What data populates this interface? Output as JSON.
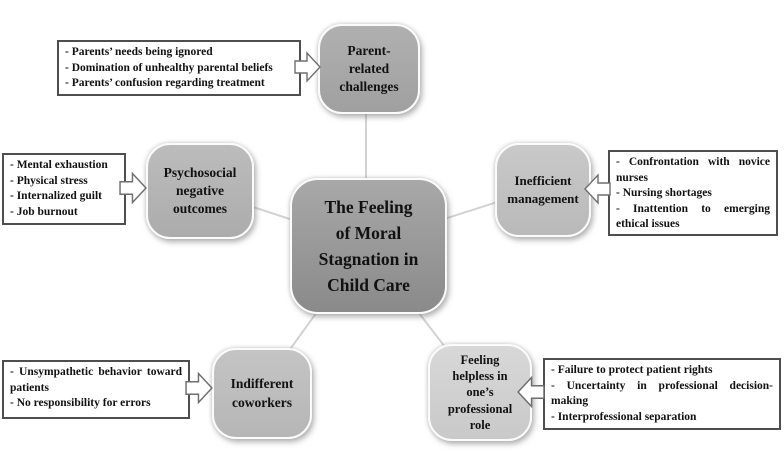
{
  "figure": {
    "type": "radial-concept-diagram",
    "title": "The Feeling of Moral Stagnation in Child Care"
  },
  "colors": {
    "background": "#ffffff",
    "center_node_fill": "#979797",
    "satellite_node_fill": "#bdbdbd",
    "node_border": "#fbfbfb",
    "callout_border": "#4e4e4e",
    "connector_line": "#d2d2d2",
    "text": "#111111"
  },
  "center": {
    "label": "The Feeling\nof Moral\nStagnation in\nChild Care"
  },
  "nodes": {
    "parent": {
      "label": "Parent-\nrelated\nchallenges"
    },
    "psychosocial": {
      "label": "Psychosocial\nnegative\noutcomes"
    },
    "inefficient": {
      "label": "Inefficient\nmanagement"
    },
    "indifferent": {
      "label": "Indifferent\ncoworkers"
    },
    "helpless": {
      "label": "Feeling\nhelpless in\none’s\nprofessional\nrole"
    }
  },
  "callouts": {
    "parent": {
      "items": [
        "- Parents’ needs being ignored",
        "- Domination of unhealthy parental beliefs",
        "- Parents’ confusion regarding treatment"
      ]
    },
    "psychosocial": {
      "items": [
        "- Mental exhaustion",
        "- Physical stress",
        "- Internalized guilt",
        "- Job burnout"
      ]
    },
    "inefficient": {
      "items": [
        "- Confrontation with novice nurses",
        "- Nursing shortages",
        "- Inattention to emerging ethical issues"
      ]
    },
    "indifferent": {
      "items": [
        "- Unsympathetic behavior toward patients",
        "- No responsibility for errors"
      ]
    },
    "helpless": {
      "items": [
        "- Failure to protect patient rights",
        "- Uncertainty in professional decision-making",
        "- Interprofessional separation"
      ]
    }
  }
}
